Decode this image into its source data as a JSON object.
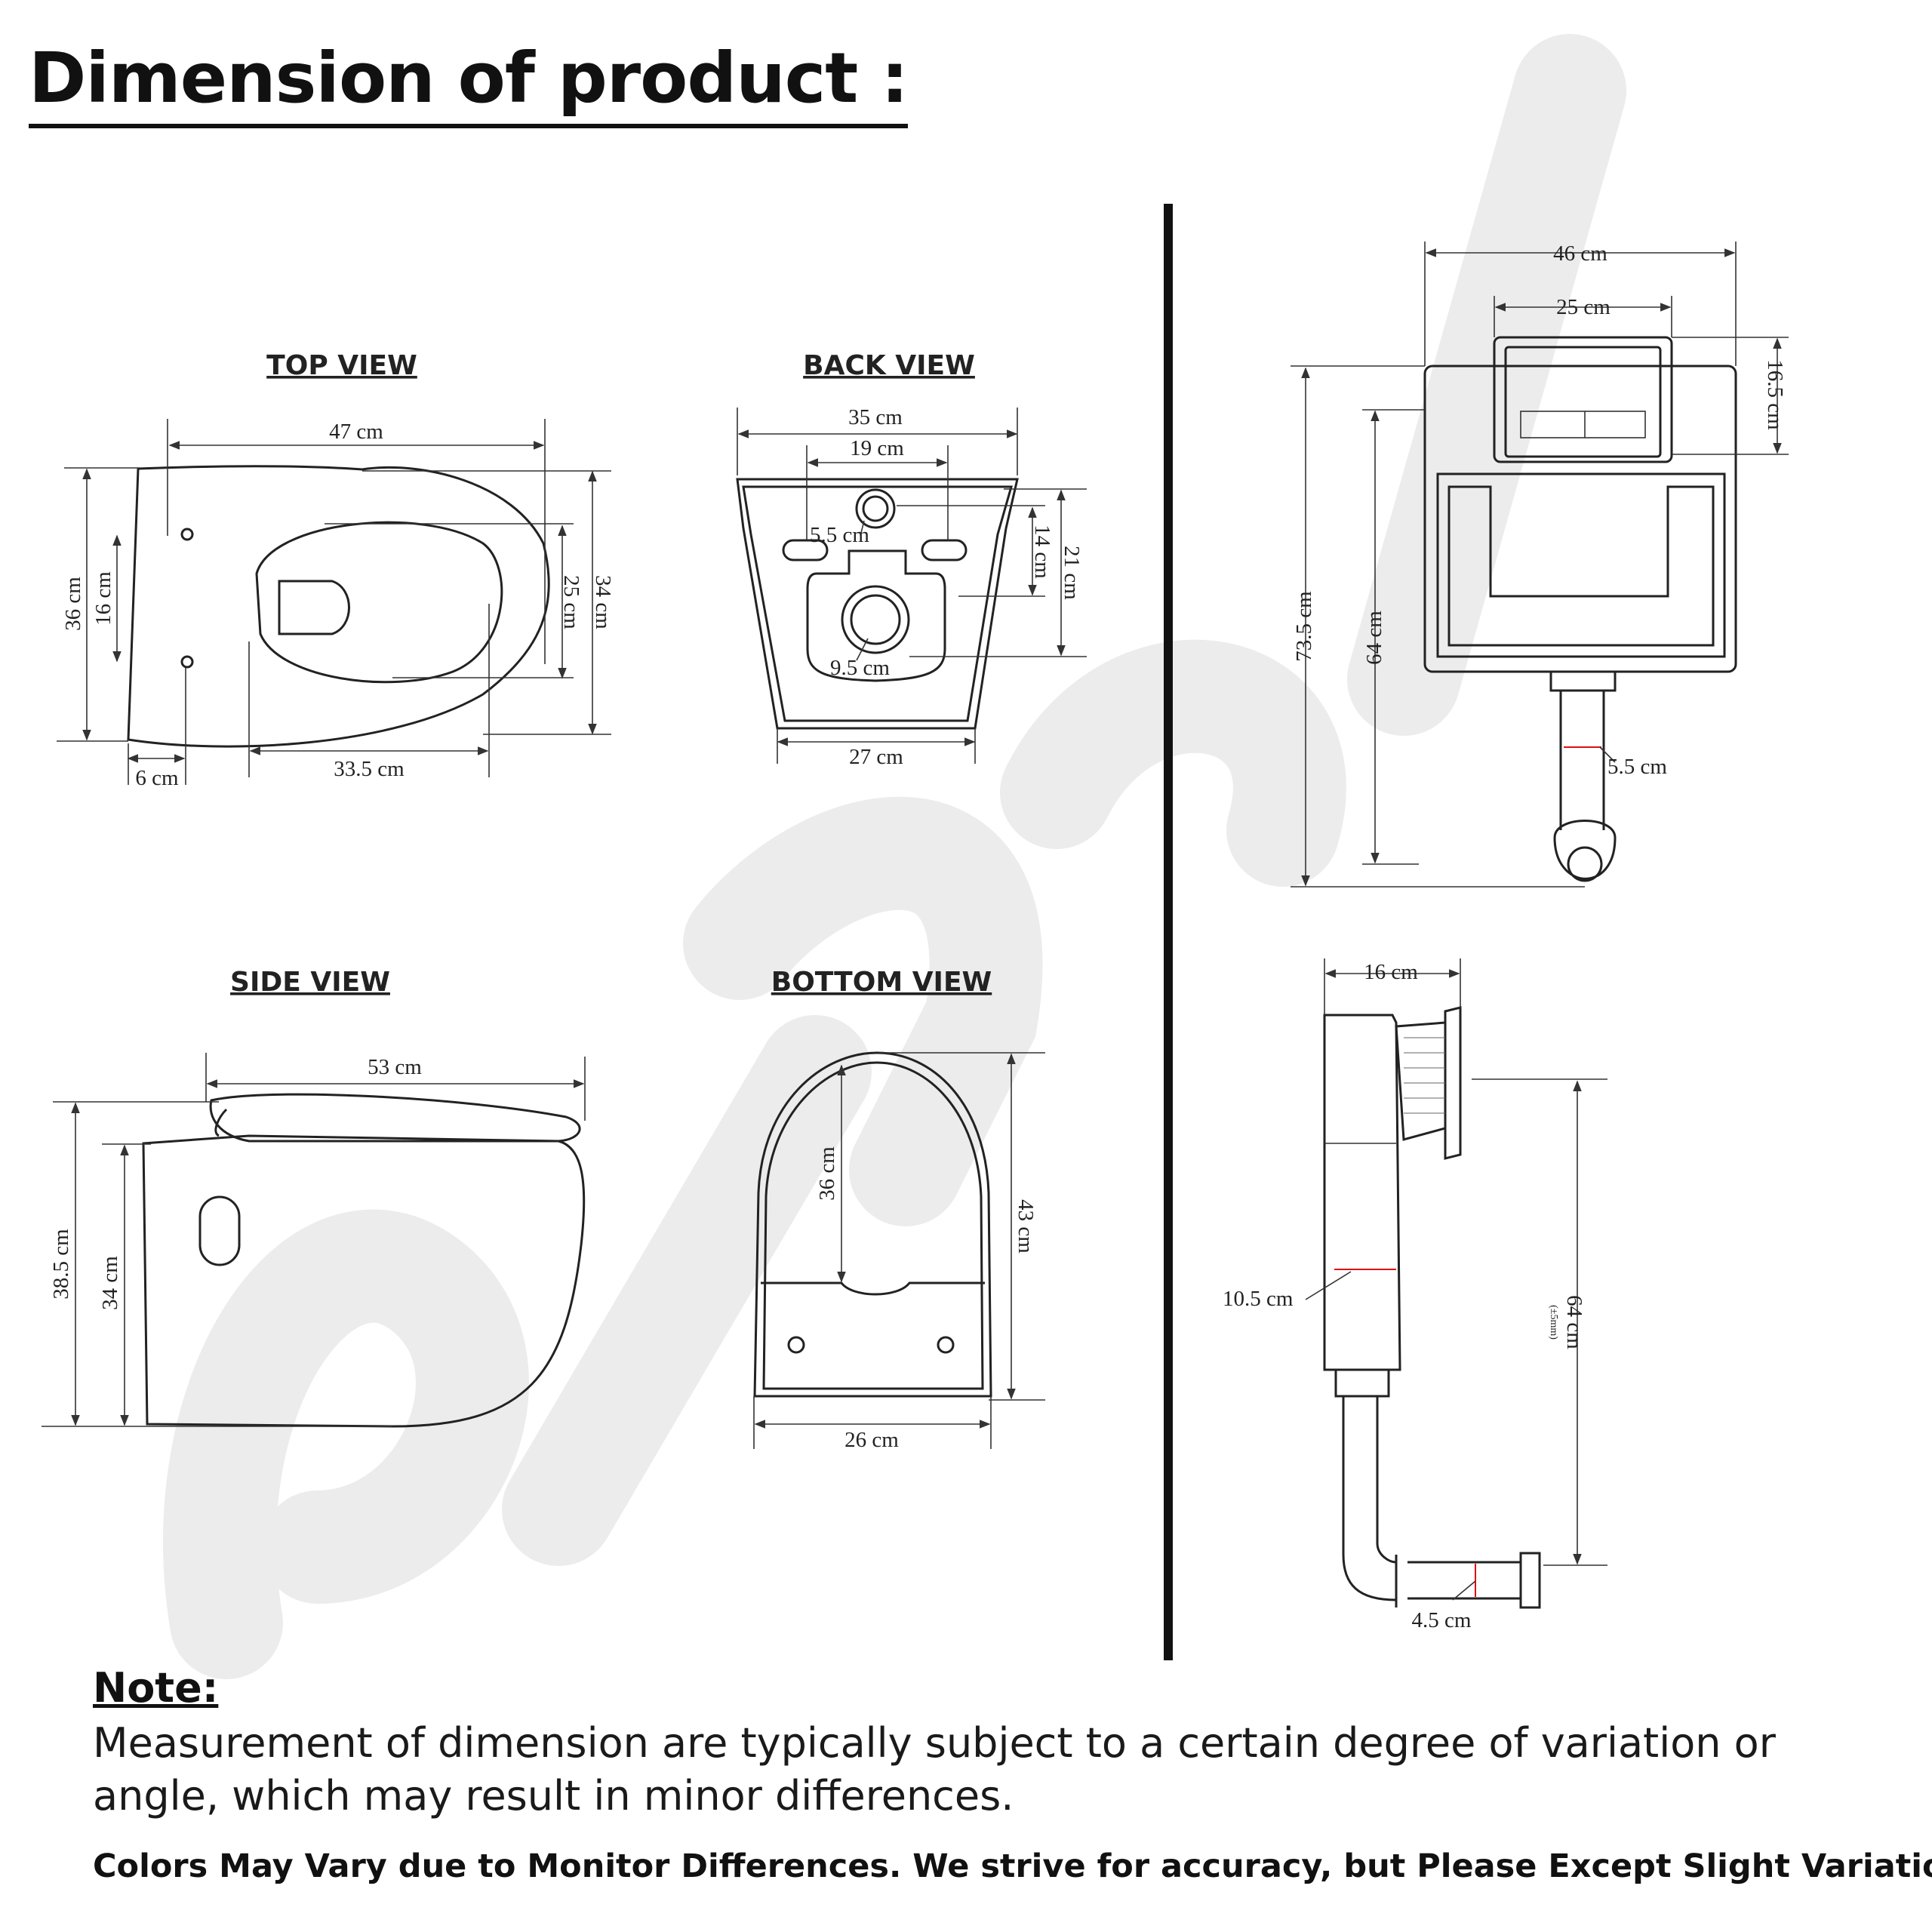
{
  "title": "Dimension of product :",
  "views": {
    "top": {
      "label": "TOP VIEW",
      "dims": [
        "47 cm",
        "36 cm",
        "16 cm",
        "25 cm",
        "34 cm",
        "33.5 cm",
        "6 cm"
      ]
    },
    "back": {
      "label": "BACK VIEW",
      "dims": [
        "35 cm",
        "19 cm",
        "5.5 cm",
        "14 cm",
        "21 cm",
        "9.5 cm",
        "27 cm"
      ]
    },
    "side": {
      "label": "SIDE VIEW",
      "dims": [
        "53 cm",
        "38.5 cm",
        "34 cm"
      ]
    },
    "bottom": {
      "label": "BOTTOM VIEW",
      "dims": [
        "36 cm",
        "43 cm",
        "26 cm"
      ]
    },
    "cistern_front": {
      "dims": [
        "46 cm",
        "25 cm",
        "16.5 cm",
        "73.5 cm",
        "64 cm",
        "5.5 cm"
      ]
    },
    "cistern_side": {
      "dims": [
        "16 cm",
        "10.5 cm",
        "64 cm",
        "(±5mm)",
        "4.5 cm"
      ]
    }
  },
  "note": {
    "heading": "Note:",
    "body": "Measurement of dimension are typically subject to a certain degree of variation or angle, which may result in minor differences.",
    "disclaimer": "Colors May Vary due to Monitor Differences. We strive for accuracy, but Please Except Slight Variations."
  },
  "colors": {
    "line": "#222222",
    "accent_red": "#dd1111",
    "watermark": "#ececec"
  }
}
